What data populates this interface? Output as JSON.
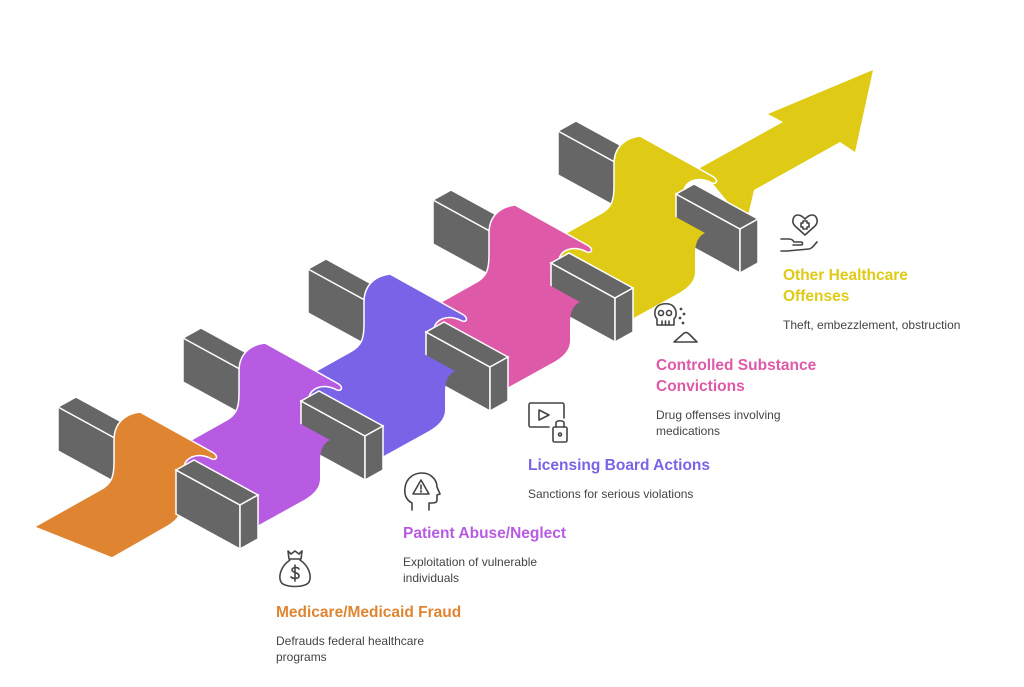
{
  "diagram": {
    "type": "staircase-arrow",
    "direction": "bottom-left to top-right",
    "block_color": "#666666",
    "steps": [
      {
        "id": "medicare",
        "title": "Medicare/Medicaid Fraud",
        "description": "Defrauds federal healthcare programs",
        "color": "#DF8531",
        "icon": "money-bag-icon"
      },
      {
        "id": "abuse",
        "title": "Patient Abuse/Neglect",
        "description": "Exploitation of vulnerable individuals",
        "color": "#B85BE3",
        "icon": "head-warning-icon"
      },
      {
        "id": "licensing",
        "title": "Licensing Board Actions",
        "description": "Sanctions for serious violations",
        "color": "#7B63E8",
        "icon": "screen-lock-icon"
      },
      {
        "id": "controlled",
        "title": "Controlled Substance Convictions",
        "description": "Drug offenses involving medications",
        "color": "#DE59A8",
        "icon": "skull-powder-icon"
      },
      {
        "id": "other",
        "title": "Other Healthcare Offenses",
        "description": "Theft, embezzlement, obstruction",
        "color": "#DFCB16",
        "icon": "hand-heart-icon"
      }
    ]
  }
}
